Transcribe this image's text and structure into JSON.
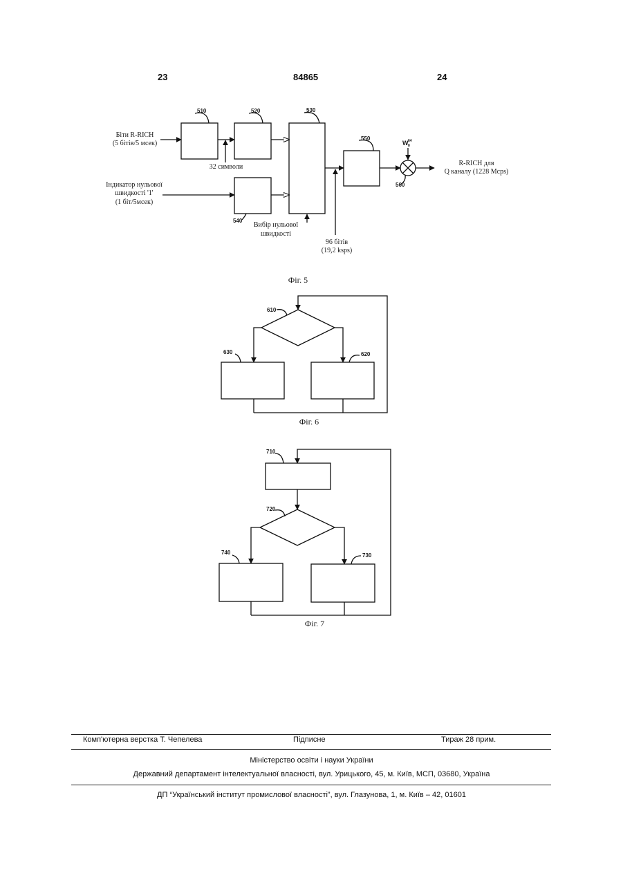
{
  "header": {
    "page_left": "23",
    "doc_number": "84865",
    "page_right": "24"
  },
  "fig5": {
    "caption": "Фіг. 5",
    "block_ids": [
      "510",
      "520",
      "530",
      "540",
      "550",
      "560"
    ],
    "input_bits": [
      "Біти R-RICH",
      "(5 бітів/5 мсек)"
    ],
    "symbols_label": "32 символи",
    "zero_rate_indicator": [
      "Індикатор нульової",
      "швидкості '1'",
      "(1 біт/5мсек)"
    ],
    "zero_rate_select": [
      "Вибір нульової",
      "швидкості"
    ],
    "bits_96": [
      "96 бітів",
      "(19,2 ksps)"
    ],
    "walsh_label": "W",
    "walsh_sup": "64",
    "walsh_sub": "8",
    "output": [
      "R-RICH для",
      "Q каналу (1228 Mcps)"
    ]
  },
  "fig6": {
    "caption": "Фіг. 6",
    "block_ids": [
      "610",
      "620",
      "630"
    ]
  },
  "fig7": {
    "caption": "Фіг. 7",
    "block_ids": [
      "710",
      "720",
      "730",
      "740"
    ]
  },
  "footer": {
    "layout": "Комп'ютерна верстка Т. Чепелева",
    "signed": "Підписне",
    "circulation": "Тираж 28 прим.",
    "ministry": "Міністерство освіти і науки України",
    "department": "Державний департамент інтелектуальної власності, вул. Урицького, 45, м. Київ, МСП, 03680, Україна",
    "institute": "ДП “Український інститут промислової власності”, вул. Глазунова, 1, м. Київ – 42, 01601"
  }
}
